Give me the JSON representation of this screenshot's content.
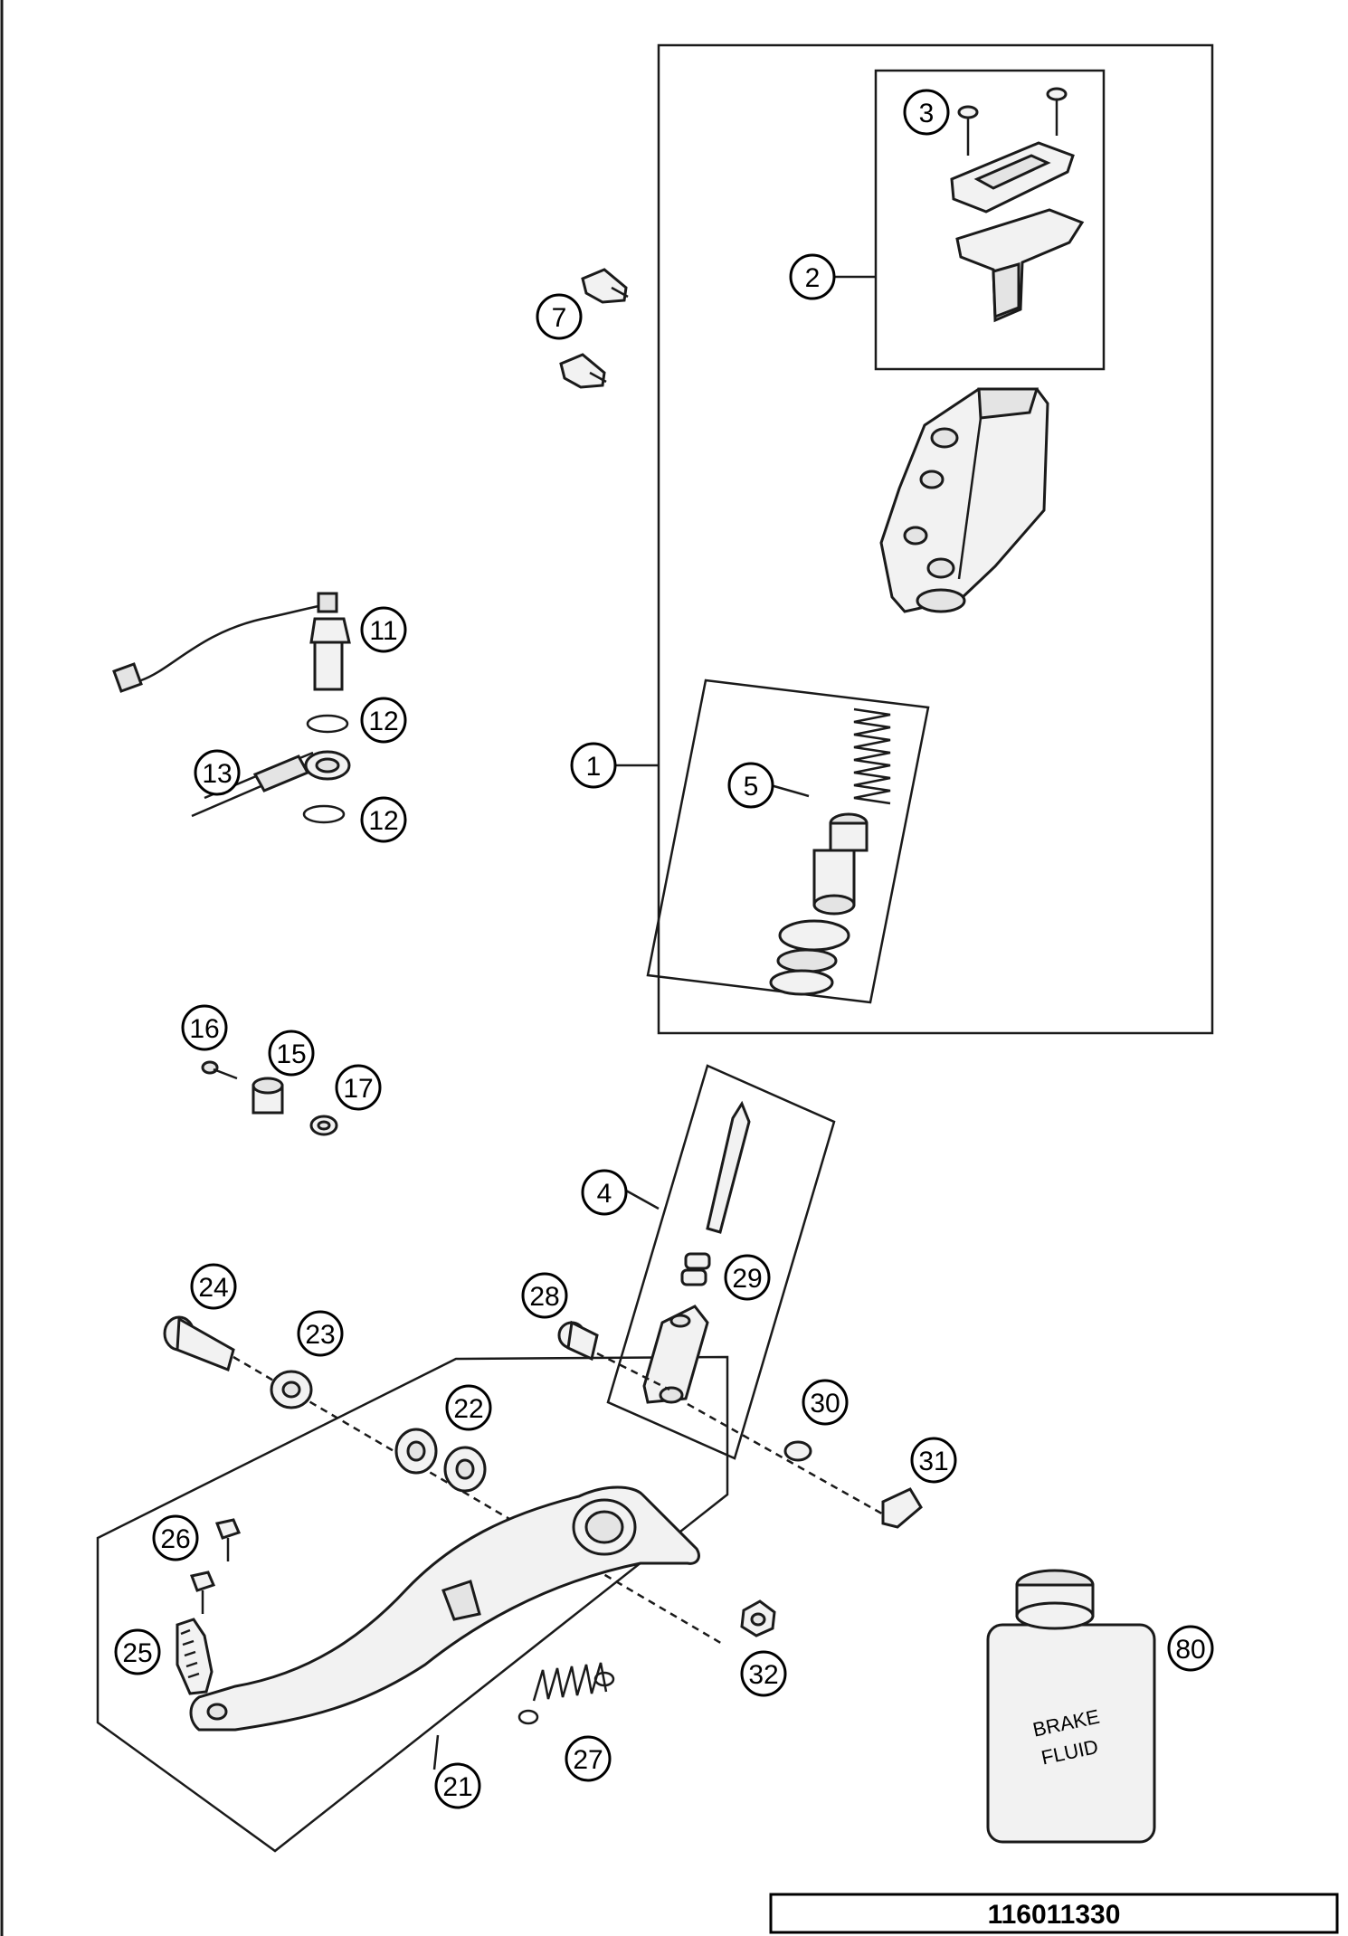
{
  "callouts": [
    {
      "id": "c1",
      "label": "1"
    },
    {
      "id": "c2",
      "label": "2"
    },
    {
      "id": "c3",
      "label": "3"
    },
    {
      "id": "c4",
      "label": "4"
    },
    {
      "id": "c5",
      "label": "5"
    },
    {
      "id": "c7",
      "label": "7"
    },
    {
      "id": "c11",
      "label": "11"
    },
    {
      "id": "c12a",
      "label": "12"
    },
    {
      "id": "c12b",
      "label": "12"
    },
    {
      "id": "c13",
      "label": "13"
    },
    {
      "id": "c15",
      "label": "15"
    },
    {
      "id": "c16",
      "label": "16"
    },
    {
      "id": "c17",
      "label": "17"
    },
    {
      "id": "c21",
      "label": "21"
    },
    {
      "id": "c22",
      "label": "22"
    },
    {
      "id": "c23",
      "label": "23"
    },
    {
      "id": "c24",
      "label": "24"
    },
    {
      "id": "c25",
      "label": "25"
    },
    {
      "id": "c26",
      "label": "26"
    },
    {
      "id": "c27",
      "label": "27"
    },
    {
      "id": "c28",
      "label": "28"
    },
    {
      "id": "c29",
      "label": "29"
    },
    {
      "id": "c30",
      "label": "30"
    },
    {
      "id": "c31",
      "label": "31"
    },
    {
      "id": "c32",
      "label": "32"
    },
    {
      "id": "c80",
      "label": "80"
    }
  ],
  "bottle_text": {
    "line1": "BRAKE",
    "line2": "FLUID"
  },
  "drawing_number": "116011330"
}
